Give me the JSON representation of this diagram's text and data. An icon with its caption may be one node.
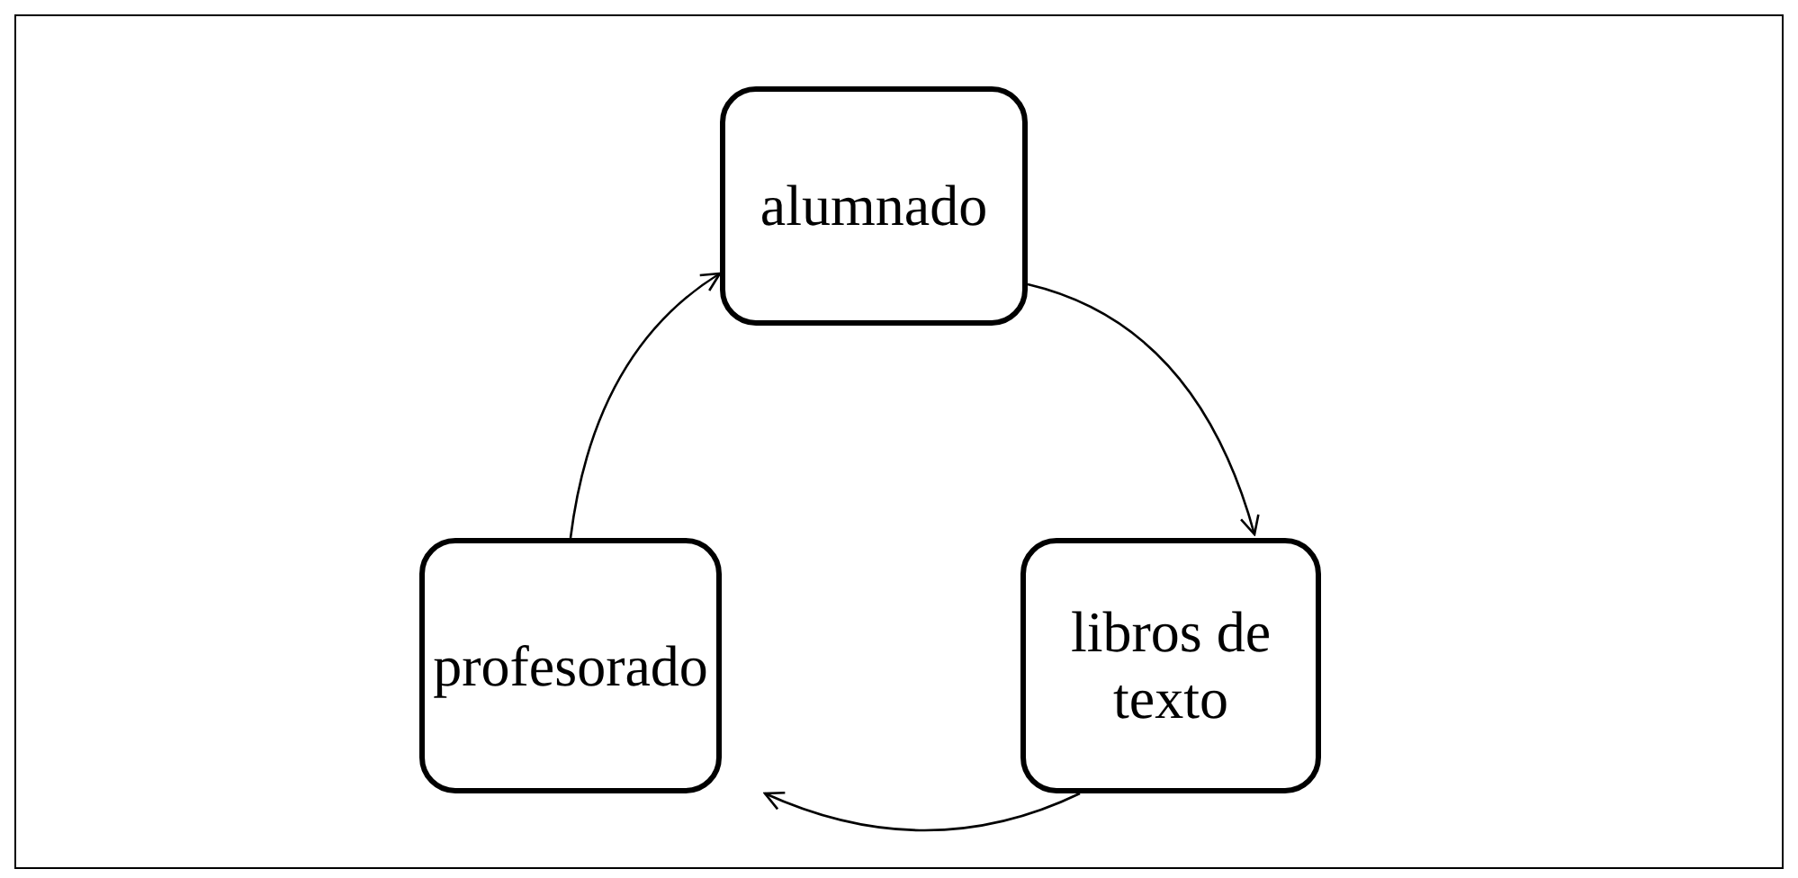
{
  "diagram": {
    "nodes": [
      {
        "text": [
          "alumnado"
        ]
      },
      {
        "text": [
          "libros de texto"
        ]
      },
      {
        "text": [
          "profesorado"
        ]
      }
    ],
    "edges": [
      {
        "from": 0,
        "to": 1,
        "arrow": "to"
      },
      {
        "from": 1,
        "to": 2,
        "arrow": "to"
      },
      {
        "from": 2,
        "to": 0,
        "arrow": "to"
      }
    ]
  }
}
